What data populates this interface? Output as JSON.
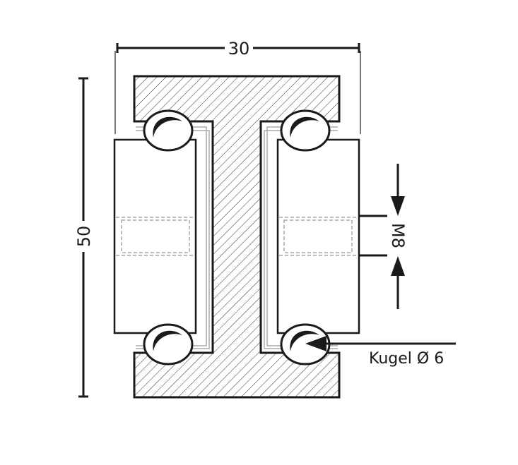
{
  "dimensions": {
    "width_label": "30",
    "height_label": "50",
    "thread_label": "M8",
    "ball_label": "Kugel Ø 6"
  },
  "colors": {
    "stroke": "#1a1a1a",
    "rail_lines": "#aaaaaa",
    "hatch": "#333333"
  }
}
